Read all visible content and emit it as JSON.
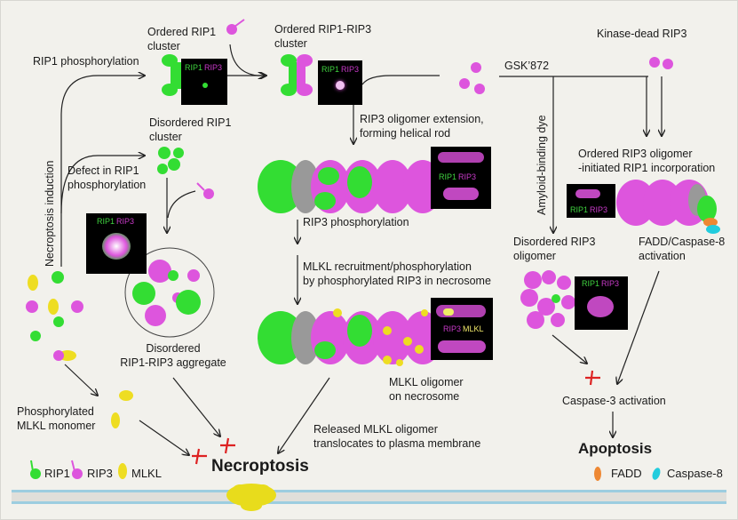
{
  "labels": {
    "rip1_phosphorylation": "RIP1 phosphorylation",
    "ordered_rip1_cluster": [
      "Ordered RIP1",
      "cluster"
    ],
    "ordered_rip1_rip3_cluster": [
      "Ordered RIP1-RIP3",
      "cluster"
    ],
    "gsk872": "GSK’872",
    "kinase_dead_rip3": "Kinase-dead RIP3",
    "disordered_rip1_cluster": [
      "Disordered RIP1",
      "cluster"
    ],
    "defect_rip1_phos": [
      "Defect in RIP1",
      "phosphorylation"
    ],
    "necroptosis_induction": "Necroptosis induction",
    "rip3_extension": [
      "RIP3 oligomer extension,",
      "forming helical rod"
    ],
    "ordered_rip3_oligomer": [
      "Ordered RIP3 oligomer",
      "-initiated RIP1 incorporation"
    ],
    "amyloid_dye": "Amyloid-binding dye",
    "rip3_phosphorylation": "RIP3 phosphorylation",
    "mlkl_recruitment": [
      "MLKL recruitment/phosphorylation",
      "by phosphorylated RIP3 in necrosome"
    ],
    "disordered_rip3_oligomer": [
      "Disordered RIP3",
      "oligomer"
    ],
    "fadd_casp8_activation": [
      "FADD/Caspase-8",
      "activation"
    ],
    "disordered_aggregate": [
      "Disordered",
      "RIP1-RIP3 aggregate"
    ],
    "mlkl_oligomer": [
      "MLKL oligomer",
      "on necrosome"
    ],
    "caspase3_activation": "Caspase-3 activation",
    "phos_mlkl_monomer": [
      "Phosphorylated",
      "MLKL monomer"
    ],
    "released_mlkl": [
      "Released MLKL oligomer",
      "translocates to plasma membrane"
    ],
    "necroptosis": "Necroptosis",
    "apoptosis": "Apoptosis"
  },
  "micrographs": {
    "rip1": "RIP1",
    "rip3": "RIP3",
    "mlkl": "MLKL"
  },
  "legend": {
    "left": [
      "RIP1",
      "RIP3",
      "MLKL"
    ],
    "right": [
      "FADD",
      "Caspase-8"
    ]
  },
  "colors": {
    "rip1": "#33dd33",
    "rip3": "#dd55dd",
    "mlkl": "#eedd22",
    "fadd": "#ee8833",
    "caspase8": "#22ccdd",
    "inhibit": "#dd2222",
    "membrane": "#9ccde0",
    "background": "#f2f1ec"
  }
}
